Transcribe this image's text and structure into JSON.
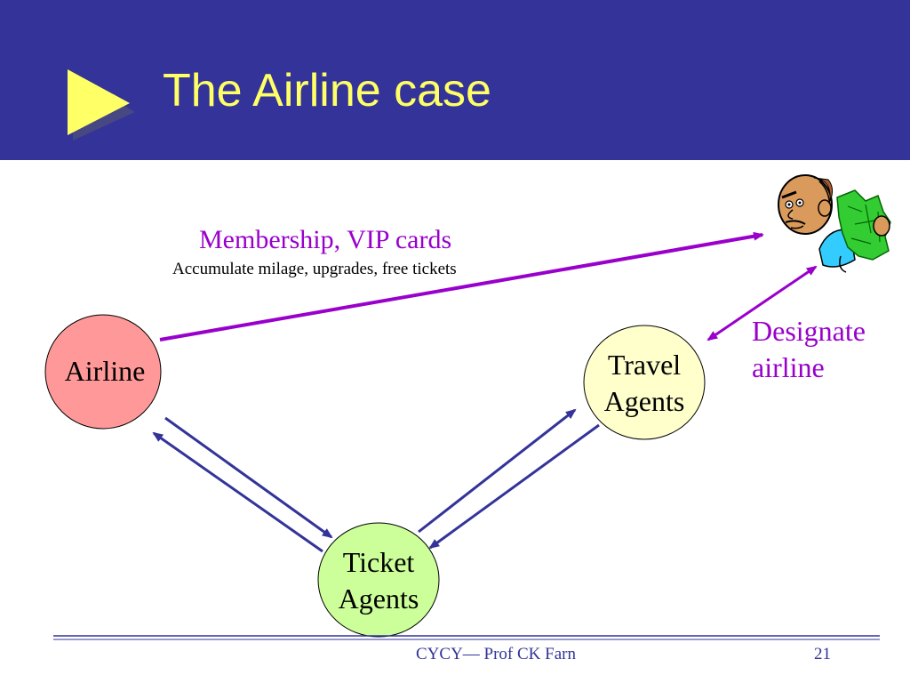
{
  "title": "The Airline case",
  "nodes": {
    "airline": "Airline",
    "travel_agents": "Travel\nAgents",
    "ticket_agents": "Ticket\nAgents"
  },
  "membership": {
    "title": "Membership, VIP cards",
    "subtitle": "Accumulate milage, upgrades, free tickets"
  },
  "designate": "Designate\nairline",
  "footer": {
    "text": "CYCY— Prof CK Farn",
    "page": "21"
  },
  "colors": {
    "title_bar": "#333399",
    "title_text": "#ffff66",
    "purple": "#9900cc",
    "arrow_blue": "#333399",
    "airline_fill": "#ff9999",
    "travel_fill": "#ffffcc",
    "ticket_fill": "#ccff99"
  },
  "icons": [
    "play-triangle-icon",
    "person-with-money-icon"
  ]
}
